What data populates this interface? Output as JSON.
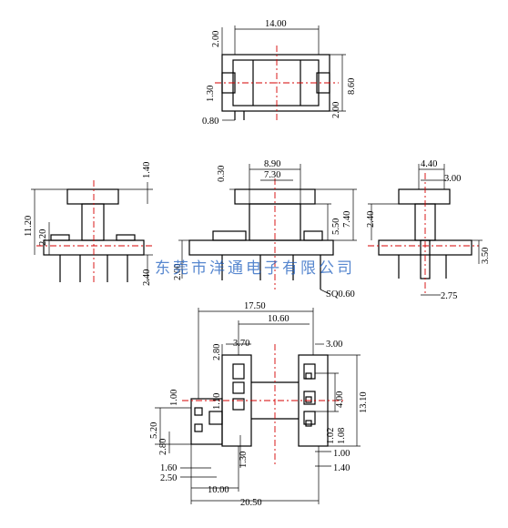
{
  "watermark": "东莞市洋通电子有限公司",
  "top_view": {
    "width": "14.00",
    "flange": "2.00",
    "height": "8.60",
    "slot": "1.30",
    "slot_right": "2.00",
    "pin": "0.80"
  },
  "left_view": {
    "overall": "11.20",
    "base": "2.20",
    "top_flange": "1.40",
    "pin": "2.40"
  },
  "front_view": {
    "top_width": "8.90",
    "inner": "7.30",
    "flange": "0.30",
    "body": "5.50",
    "height": "7.40",
    "base": "2.00",
    "pin": "SQ0.60"
  },
  "right_view": {
    "top": "4.40",
    "inner": "3.00",
    "body": "2.40",
    "pin": "3.50",
    "pitch": "2.75"
  },
  "bottom_view": {
    "overall": "17.50",
    "inner": "10.60",
    "w1": "3.70",
    "w2": "3.00",
    "h1": "2.80",
    "h2": "1.10",
    "h3": "1.00",
    "h4": "5.20",
    "h5": "2.80",
    "h6": "4.00",
    "h7": "13.10",
    "p1": "1.02",
    "p2": "1.08",
    "p3": "1.30",
    "r1": "1.00",
    "r2": "1.40",
    "b1": "1.60",
    "b2": "2.50",
    "span": "10.00",
    "total": "20.50"
  }
}
